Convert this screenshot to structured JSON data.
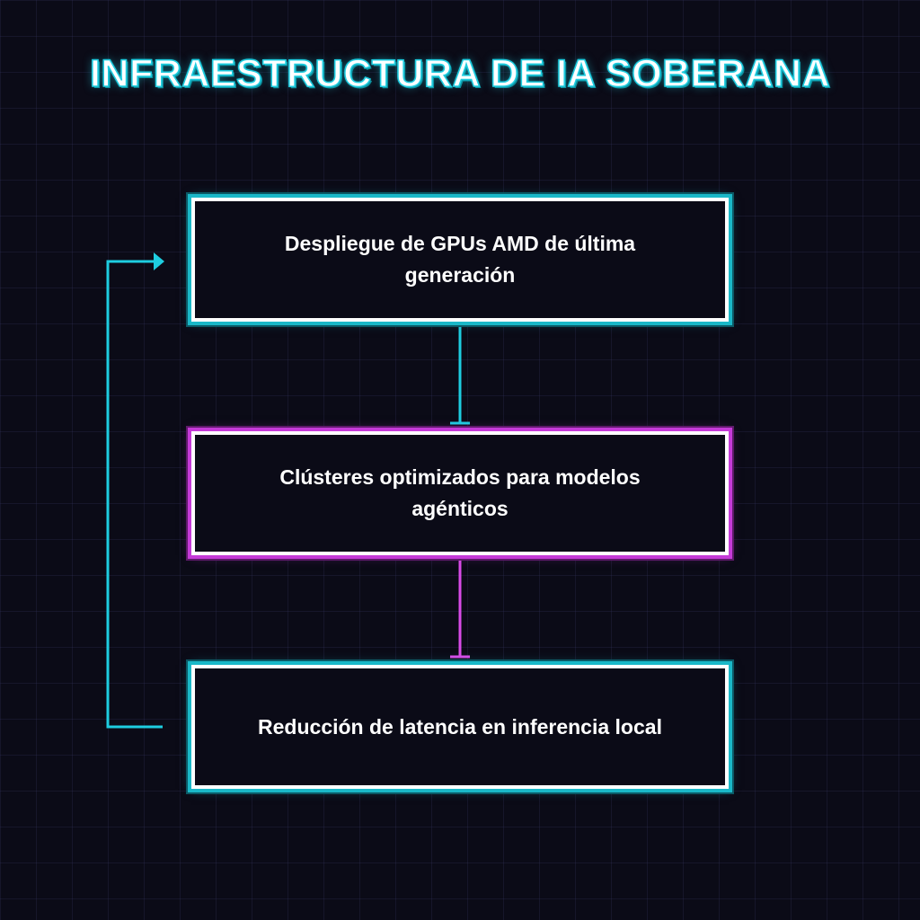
{
  "title": "INFRAESTRUCTURA DE IA SOBERANA",
  "nodes": [
    {
      "label": "Despliegue de GPUs AMD de última generación",
      "accent": "#1ecde0"
    },
    {
      "label": "Clústeres optimizados para modelos agénticos",
      "accent": "#d94be8"
    },
    {
      "label": "Reducción de latencia en inferencia local",
      "accent": "#1ecde0"
    }
  ],
  "colors": {
    "background": "#0b0b17",
    "cyan": "#1ecde0",
    "magenta": "#d94be8",
    "text": "#ffffff"
  }
}
